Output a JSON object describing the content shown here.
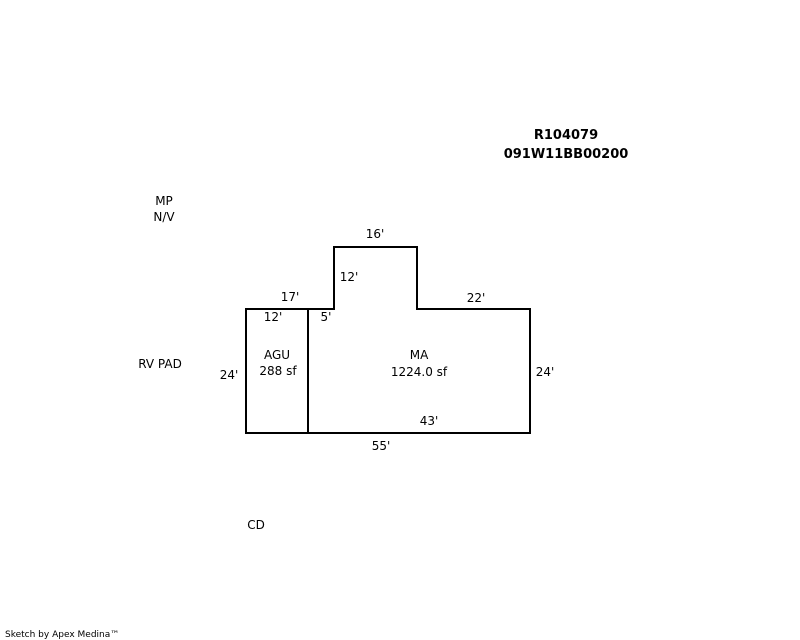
{
  "header": {
    "account": "R104079",
    "parcel": "091W11BB00200"
  },
  "labels": {
    "mp": "MP",
    "nv": "N/V",
    "rv_pad": "RV PAD",
    "cd": "CD"
  },
  "areas": {
    "agu": {
      "name": "AGU",
      "area": "288 sf"
    },
    "ma": {
      "name": "MA",
      "area": "1224.0 sf"
    }
  },
  "dimensions": {
    "top_bump": "16'",
    "bump_side": "12'",
    "left_top": "17'",
    "agu_top": "12'",
    "step": "5'",
    "right_top": "22'",
    "left_side": "24'",
    "right_side": "24'",
    "ma_bottom": "43'",
    "total_bottom": "55'"
  },
  "footer": {
    "credit": "Sketch by Apex Medina™"
  }
}
